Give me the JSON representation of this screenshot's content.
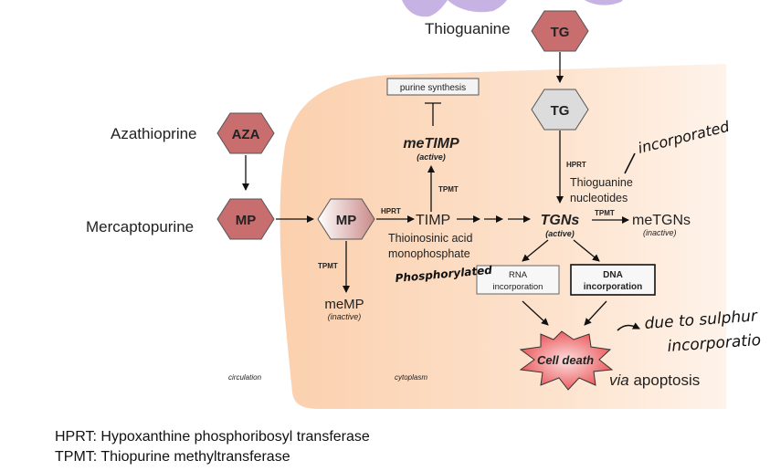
{
  "drugs": {
    "thioguanine": "Thioguanine",
    "azathioprine": "Azathioprine",
    "mercaptopurine": "Mercaptopurine"
  },
  "badges": {
    "tg": "TG",
    "aza": "AZA",
    "mp": "MP"
  },
  "pathway": {
    "purine_synthesis": "purine synthesis",
    "metimp": "meTIMP",
    "metimp_state": "(active)",
    "tpmt": "TPMT",
    "hprt": "HPRT",
    "timp": "TIMP",
    "timp_desc_1": "Thioinosinic acid",
    "timp_desc_2": "monophosphate",
    "thioguanine_nucleotides_1": "Thioguanine",
    "thioguanine_nucleotides_2": "nucleotides",
    "tgns": "TGNs",
    "tgns_state": "(active)",
    "metgns": "meTGNs",
    "metgns_state": "(inactive)",
    "memp": "meMP",
    "memp_state": "(inactive)",
    "rna_1": "RNA",
    "rna_2": "incorporation",
    "dna_1": "DNA",
    "dna_2": "incorporation",
    "cell_death": "Cell death",
    "via": "via",
    "apoptosis": " apoptosis",
    "circulation": "circulation",
    "cytoplasm": "cytoplasm"
  },
  "annotations": {
    "incorporated": "incorporated",
    "phosphorylated": "Phosphorylated",
    "due_to_1": "due to sulphur",
    "due_to_2": "incorporatio"
  },
  "legend": {
    "hprt": "HPRT: Hypoxanthine phosphoribosyl transferase",
    "tpmt": "TPMT: Thiopurine methyltransferase"
  },
  "colors": {
    "cell": "#fbd3b4",
    "badge": "#c96e6e",
    "cell_death": "#e8474a"
  }
}
